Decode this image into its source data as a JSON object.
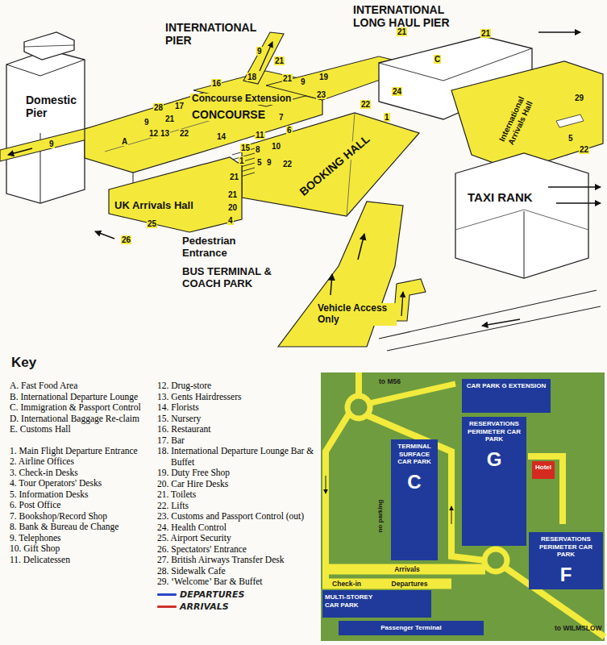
{
  "diagram": {
    "nodes": [
      {
        "text": [
          "to M56",
          "to WILMSLOW"
        ]
      },
      {
        "text": [
          "CAR PARK G EXTENSION"
        ],
        "in": 0
      },
      {
        "text": [
          "RESERVATIONS PERIMETER CAR PARK",
          "G"
        ],
        "in": 0
      },
      {
        "text": [
          "Hotel"
        ],
        "in": 0
      },
      {
        "text": [
          "RESERVATIONS PERIMETER CAR PARK",
          "F"
        ],
        "in": 0
      },
      {
        "text": [
          "TERMINAL SURFACE CAR PARK",
          "C"
        ],
        "in": 0
      },
      {
        "text": [
          "MULTI-STOREY CAR PARK"
        ],
        "in": 0
      },
      {
        "text": [
          "Passenger Terminal"
        ],
        "in": 0
      }
    ],
    "labels": [
      "INTERNATIONAL PIER",
      "INTERNATIONAL LONG HAUL PIER",
      "Domestic Pier",
      "Concourse Extension",
      "CONCOURSE",
      "BOOKING HALL",
      "International Arrivals Hall",
      "TAXI RANK",
      "UK Arrivals Hall",
      "Pedestrian Entrance",
      "BUS TERMINAL & COACH PARK",
      "Vehicle Access Only",
      "Key",
      "A. Fast Food Area",
      "B. International Departure Lounge",
      "C. Immigration & Passport Control",
      "D. International Baggage Re-claim",
      "E. Customs Hall",
      "1. Main Flight Departure Entrance",
      "2. Airline Offices",
      "3. Check-in Desks",
      "4. Tour Operators' Desks",
      "5. Information Desks",
      "6. Post Office",
      "7. Bookshop/Record Shop",
      "8. Bank & Bureau de Change",
      "9. Telephones",
      "10. Gift Shop",
      "11. Delicatessen",
      "12. Drug-store",
      "13. Gents Hairdressers",
      "14. Florists",
      "15. Nursery",
      "16. Restaurant",
      "17. Bar",
      "18. International Departure Lounge Bar & Buffet",
      "19. Duty Free Shop",
      "20. Car Hire Desks",
      "21. Toilets",
      "22. Lifts",
      "23. Customs and Passport Control (out)",
      "24. Health Control",
      "25. Airport Security",
      "26. Spectators' Entrance",
      "27. British Airways Transfer Desk",
      "28. Sidewalk Cafe",
      "29. ‘Welcome’ Bar & Buffet",
      "Arrivals",
      "Check-in",
      "Departures",
      "no parking",
      "9",
      "21",
      "18",
      "21",
      "9",
      "16",
      "19",
      "23",
      "21",
      "21",
      "C",
      "24",
      "22",
      "1",
      "28",
      "17",
      "21",
      "9",
      "22",
      "12",
      "13",
      "A",
      "9",
      "7",
      "6",
      "14",
      "11",
      "10",
      "15",
      "8",
      "1",
      "5",
      "9",
      "22",
      "21",
      "21",
      "20",
      "4",
      "25",
      "26",
      "29",
      "5",
      "22"
    ],
    "legend": [
      {
        "text": "DEPARTURES",
        "color": "#2b47c9"
      },
      {
        "text": "ARRIVALS",
        "color": "#d0312d"
      }
    ]
  }
}
